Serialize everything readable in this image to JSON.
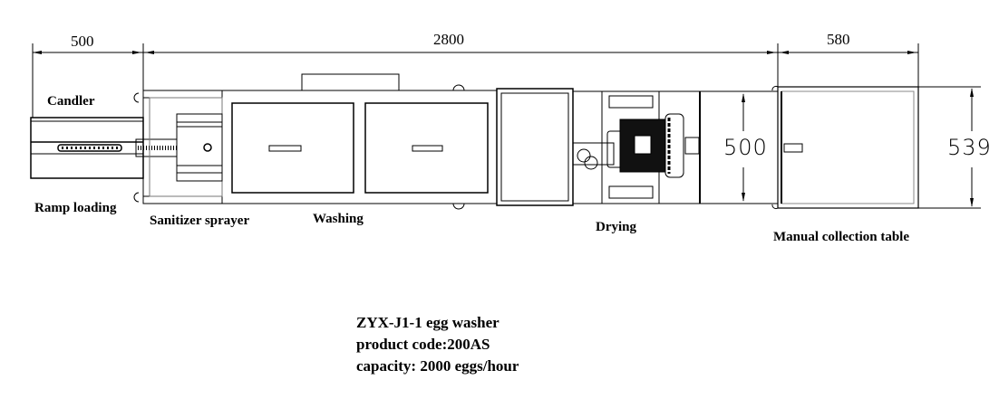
{
  "dimensions": {
    "candler_length": "500",
    "main_length": "2800",
    "table_length": "580",
    "belt_width": "500",
    "table_width": "539"
  },
  "labels": {
    "candler": "Candler",
    "ramp_loading": "Ramp loading",
    "sanitizer_sprayer": "Sanitizer sprayer",
    "washing": "Washing",
    "drying": "Drying",
    "manual_collection_table": "Manual collection table"
  },
  "info": {
    "model": "ZYX-J1-1 egg washer",
    "product_code": "product code:200AS",
    "capacity": "capacity: 2000 eggs/hour"
  }
}
